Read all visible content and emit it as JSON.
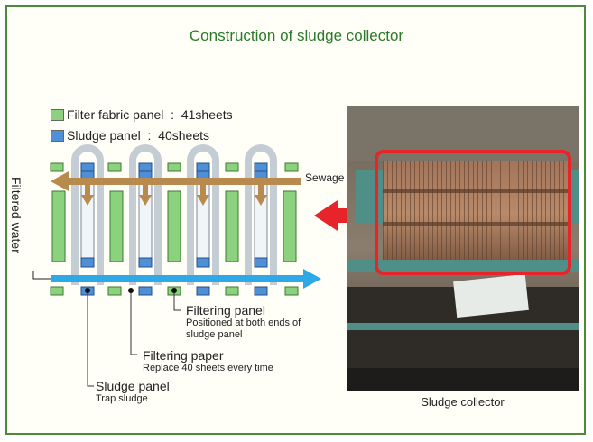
{
  "title": "Construction of sludge collector",
  "legend": [
    {
      "label": "Filter fabric panel",
      "count": "41sheets",
      "sep": ":",
      "color": "#8cd17d"
    },
    {
      "label": "Sludge panel",
      "count": "40sheets",
      "sep": ":",
      "color": "#4f8fd6"
    }
  ],
  "flow_labels": {
    "sewage": "Sewage",
    "filtered_water": "Filtered water"
  },
  "callouts": {
    "filtering_panel": {
      "title": "Filtering panel",
      "desc": [
        "Positioned at both ends of",
        "sludge panel"
      ]
    },
    "filtering_paper": {
      "title": "Filtering paper",
      "desc": "Replace 40 sheets every time"
    },
    "sludge_panel": {
      "title": "Sludge panel",
      "desc": "Trap sludge"
    }
  },
  "photo_caption": "Sludge collector",
  "colors": {
    "frame": "#4a8a3a",
    "title": "#2b7a2b",
    "fabric_panel": "#8cd17d",
    "sludge_panel": "#4f8fd6",
    "sewage_arrow": "#b98a4e",
    "water_arrow": "#2fa8e8",
    "highlight_box": "#e8242b"
  }
}
